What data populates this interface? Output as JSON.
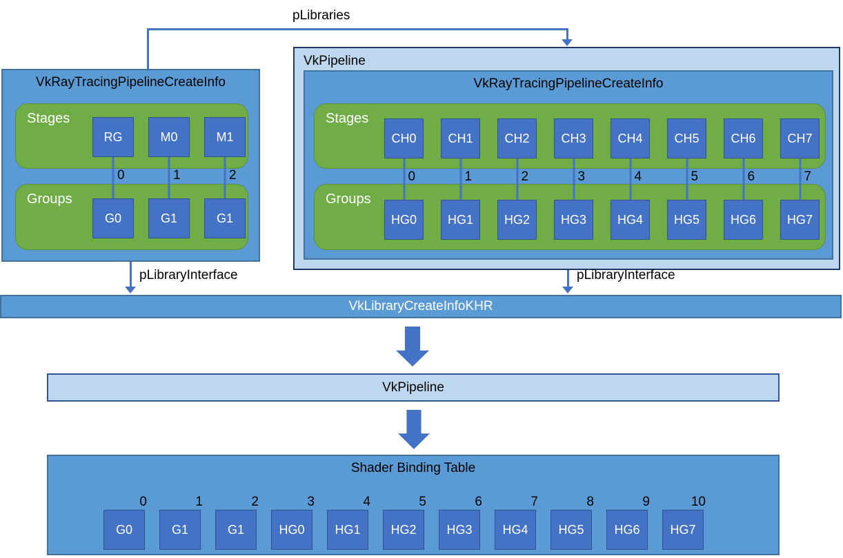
{
  "connectors": {
    "plibraries_label": "pLibraries",
    "plibrary_interface_left_label": "pLibraryInterface",
    "plibrary_interface_right_label": "pLibraryInterface"
  },
  "left_box": {
    "title": "VkRayTracingPipelineCreateInfo",
    "stages_label": "Stages",
    "groups_label": "Groups",
    "columns": [
      {
        "stage": "RG",
        "index": "0",
        "group": "G0"
      },
      {
        "stage": "M0",
        "index": "1",
        "group": "G1"
      },
      {
        "stage": "M1",
        "index": "2",
        "group": "G1"
      }
    ]
  },
  "right_box": {
    "outer_title": "VkPipeline",
    "inner_title": "VkRayTracingPipelineCreateInfo",
    "stages_label": "Stages",
    "groups_label": "Groups",
    "columns": [
      {
        "stage": "CH0",
        "index": "0",
        "group": "HG0"
      },
      {
        "stage": "CH1",
        "index": "1",
        "group": "HG1"
      },
      {
        "stage": "CH2",
        "index": "2",
        "group": "HG2"
      },
      {
        "stage": "CH3",
        "index": "3",
        "group": "HG3"
      },
      {
        "stage": "CH4",
        "index": "4",
        "group": "HG4"
      },
      {
        "stage": "CH5",
        "index": "5",
        "group": "HG5"
      },
      {
        "stage": "CH6",
        "index": "6",
        "group": "HG6"
      },
      {
        "stage": "CH7",
        "index": "7",
        "group": "HG7"
      }
    ]
  },
  "library_bar": {
    "label": "VkLibraryCreateInfoKHR"
  },
  "pipeline_bar": {
    "label": "VkPipeline"
  },
  "shader_binding_table": {
    "title": "Shader Binding Table",
    "entries": [
      {
        "index": "0",
        "label": "G0"
      },
      {
        "index": "1",
        "label": "G1"
      },
      {
        "index": "2",
        "label": "G1"
      },
      {
        "index": "3",
        "label": "HG0"
      },
      {
        "index": "4",
        "label": "HG1"
      },
      {
        "index": "5",
        "label": "HG2"
      },
      {
        "index": "6",
        "label": "HG3"
      },
      {
        "index": "7",
        "label": "HG4"
      },
      {
        "index": "8",
        "label": "HG5"
      },
      {
        "index": "9",
        "label": "HG6"
      },
      {
        "index": "10",
        "label": "HG7"
      }
    ]
  },
  "colors": {
    "medium_blue_fill": "#5B9BD5",
    "medium_blue_border": "#41719C",
    "light_blue_fill": "#BDD7EE",
    "dark_navy_border": "#1F3864",
    "green_fill": "#70AD47",
    "square_blue_fill": "#4472C4",
    "square_blue_border": "#2F528F",
    "connector_blue": "#4472C4",
    "text_dark": "#000000",
    "text_light": "#FFFFFF"
  }
}
